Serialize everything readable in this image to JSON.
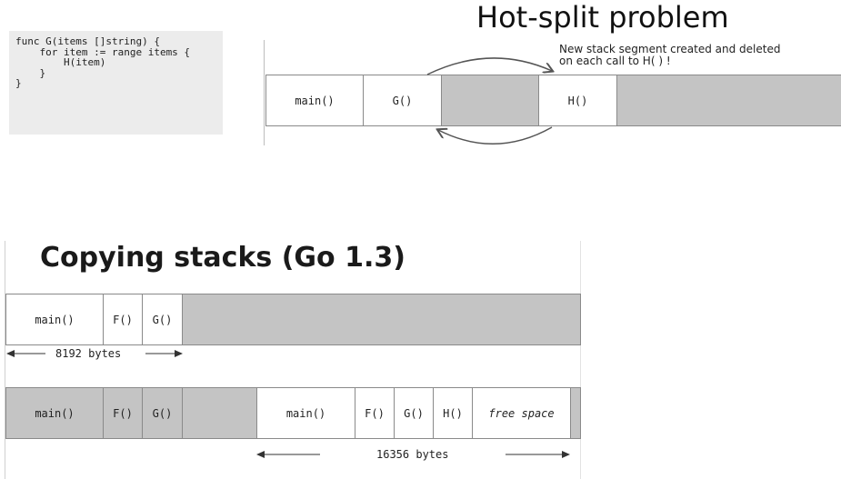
{
  "hot_split": {
    "title": "Hot-split problem",
    "code_lines": [
      "func G(items []string) {",
      "    for item := range items {",
      "        H(item)",
      "    }",
      "}"
    ],
    "note_line1": "New stack segment created and deleted",
    "note_line2": "on each call to H( ) !",
    "cells": {
      "main": "main()",
      "g": "G()",
      "h": "H()"
    }
  },
  "copying": {
    "title": "Copying stacks (Go 1.3)",
    "top_row": {
      "main": "main()",
      "f": "F()",
      "g": "G()"
    },
    "top_size": "8192 bytes",
    "bottom_row": {
      "old_main": "main()",
      "old_f": "F()",
      "old_g": "G()",
      "main": "main()",
      "f": "F()",
      "g": "G()",
      "h": "H()",
      "free": "free space"
    },
    "bottom_size": "16356 bytes"
  },
  "colors": {
    "free": "#c4c4c4",
    "used": "#ffffff"
  }
}
